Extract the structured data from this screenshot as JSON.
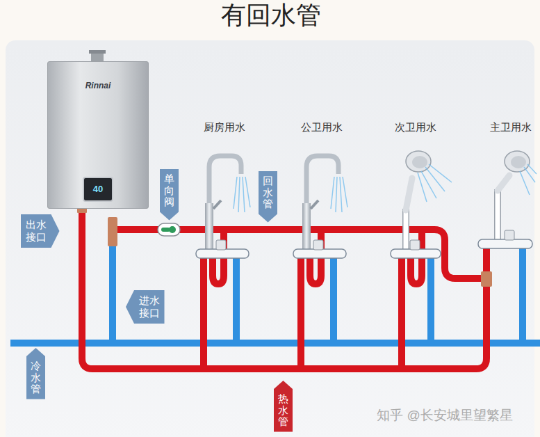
{
  "diagram": {
    "title": "有回水管",
    "nodes": [
      {
        "text": [
          "Rinnai"
        ]
      },
      {
        "text": [
          "40"
        ],
        "in": 0
      },
      {
        "text": [
          "出水 接口"
        ]
      },
      {
        "text": [
          "单向阀"
        ]
      },
      {
        "text": [
          "回水管"
        ]
      },
      {
        "text": [
          "进水 接口"
        ]
      },
      {
        "text": [
          "冷水管"
        ]
      },
      {
        "text": [
          "热水管"
        ]
      }
    ],
    "labels": [
      "厨房用水",
      "公卫用水",
      "次卫用水",
      "主卫用水",
      "知乎 @长安城里望繁星"
    ]
  }
}
